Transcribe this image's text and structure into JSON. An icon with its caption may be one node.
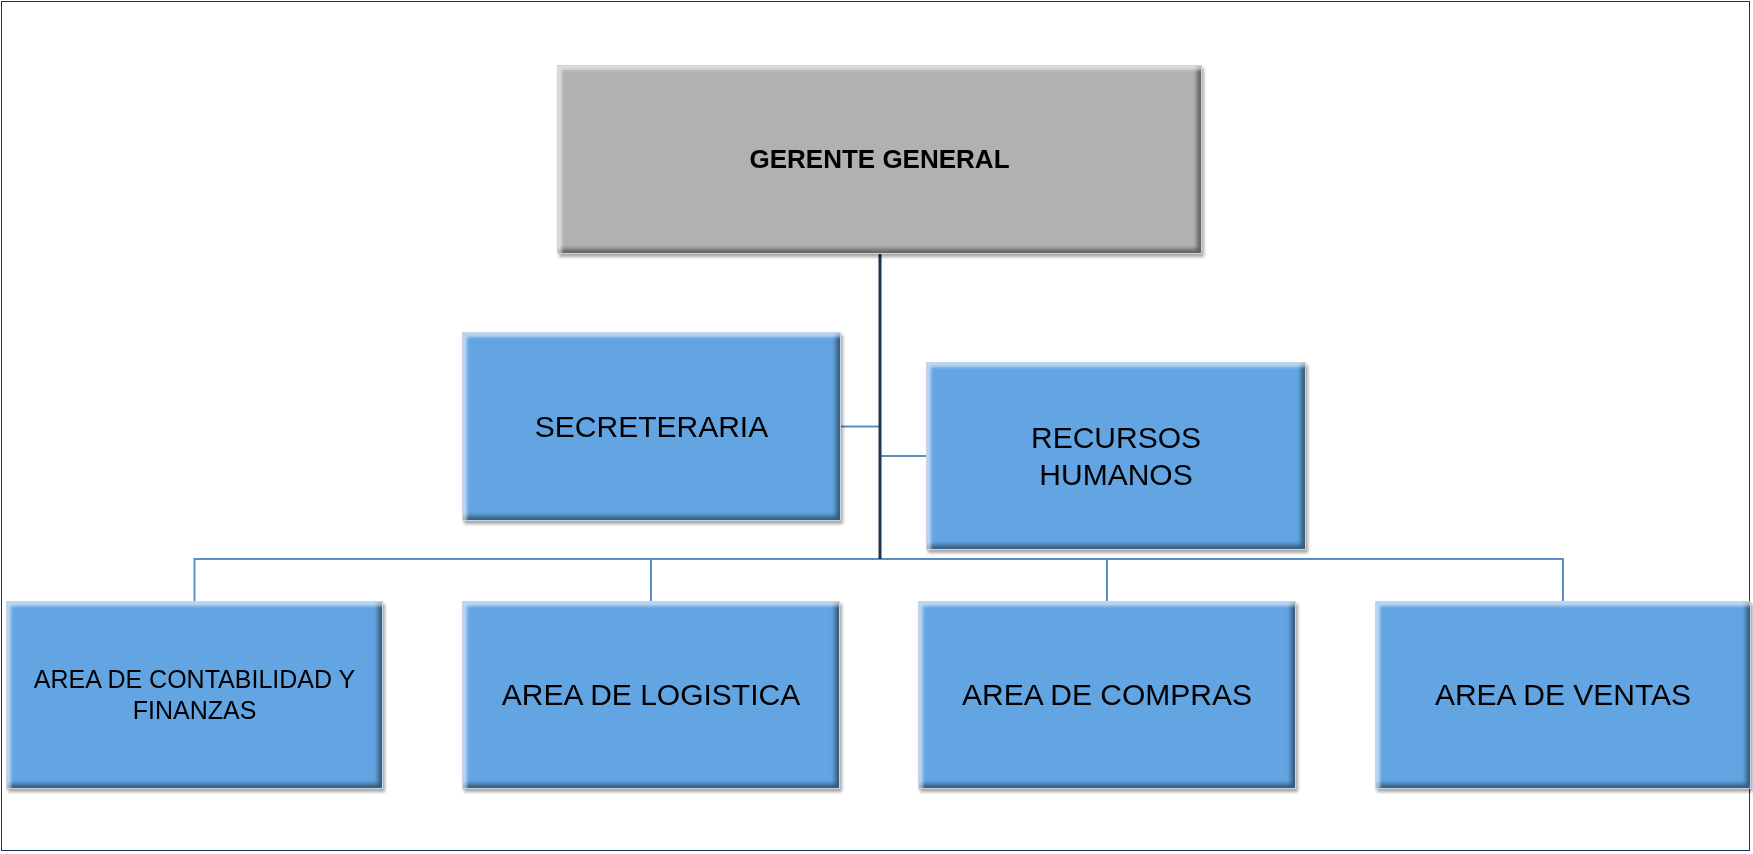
{
  "diagram": {
    "nodes": [
      {
        "text": [
          "GERENTE GENERAL"
        ]
      },
      {
        "text": [
          "SECRETERARIA"
        ]
      },
      {
        "text": [
          "RECURSOS HUMANOS"
        ]
      },
      {
        "text": [
          "AREA DE CONTABILIDAD Y FINANZAS"
        ]
      },
      {
        "text": [
          "AREA DE LOGISTICA"
        ]
      },
      {
        "text": [
          "AREA DE COMPRAS"
        ]
      },
      {
        "text": [
          "AREA DE VENTAS"
        ]
      }
    ],
    "edges": [
      {
        "from": 0,
        "to": 1,
        "arrow": "none"
      },
      {
        "from": 0,
        "to": 2,
        "arrow": "none"
      },
      {
        "from": 0,
        "to": 3,
        "arrow": "none"
      },
      {
        "from": 0,
        "to": 4,
        "arrow": "none"
      },
      {
        "from": 0,
        "to": 5,
        "arrow": "none"
      },
      {
        "from": 0,
        "to": 6,
        "arrow": "none"
      }
    ]
  }
}
